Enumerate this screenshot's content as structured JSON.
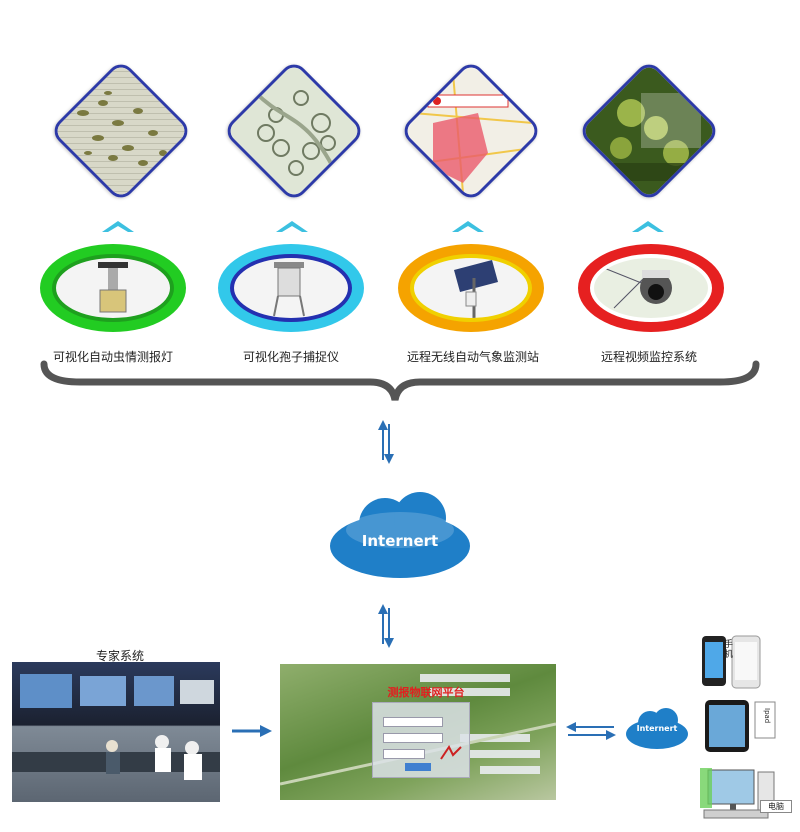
{
  "devices": [
    {
      "label": "可视化自动虫情测报灯",
      "ring_color": "#22cc22",
      "inner_ring": "#1ea01e"
    },
    {
      "label": "可视化孢子捕捉仪",
      "ring_color": "#32c8ea",
      "inner_ring": "#2430b0"
    },
    {
      "label": "远程无线自动气象监测站",
      "ring_color": "#f5a300",
      "inner_ring": "#f0d000"
    },
    {
      "label": "远程视频监控系统",
      "ring_color": "#e62020",
      "inner_ring": "#ffffff"
    }
  ],
  "images": [
    {
      "name": "insect-image"
    },
    {
      "name": "spore-microscope-image"
    },
    {
      "name": "weather-map-image"
    },
    {
      "name": "crop-video-image"
    }
  ],
  "cloud_main_label": "Internert",
  "cloud_small_label": "Internert",
  "expert_label": "专家系统",
  "platform_title": "测报物联网平台",
  "terminals": {
    "phone_label": "手机",
    "ipad_label": "Ipad",
    "pc_label": "电脑"
  },
  "colors": {
    "diamond_border": "#2d3aa8",
    "cloud_blue": "#1f7fc8",
    "arrow_blue": "#2a6fb5",
    "brace_gray": "#555555"
  }
}
